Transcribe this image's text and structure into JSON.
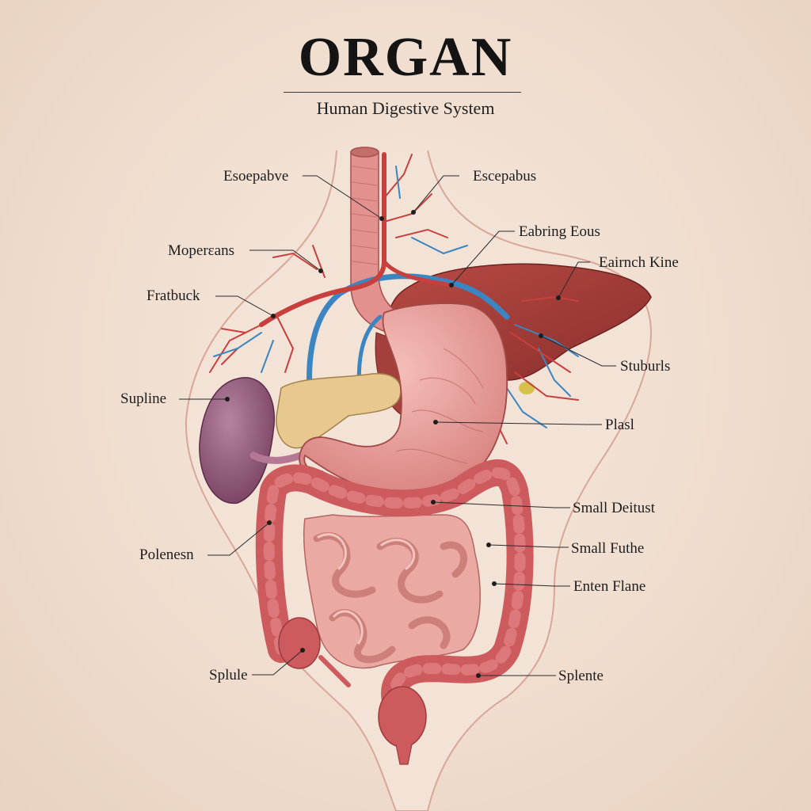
{
  "header": {
    "title": "ORGAN",
    "subtitle": "Human Digestive System"
  },
  "labels": {
    "esoepabve": "Esoepabve",
    "mopereans": "Moperεans",
    "fratbuck": "Fratbuck",
    "supline": "Supline",
    "polenesn": "Polenesn",
    "splule": "Splule",
    "escepabus": "Escepabus",
    "eabring_eous": "Eabring Eous",
    "eairnch_kine": "Eairnch Kine",
    "stuburls": "Stuburls",
    "plasl": "Plasl",
    "small_deitust": "Small Deitust",
    "small_futhe": "Small Futhe",
    "enten_flane": "Enten Flane",
    "splente": "Splente"
  },
  "colors": {
    "background": "#f0dfd1",
    "artery": "#c8403e",
    "vein": "#3b86c2",
    "stomach": "#e59894",
    "liver": "#9e3a36",
    "spleen": "#8a4a6c",
    "pancreas": "#e6c68e",
    "intestine": "#e7a8a2",
    "colon": "#cf5a5c"
  }
}
